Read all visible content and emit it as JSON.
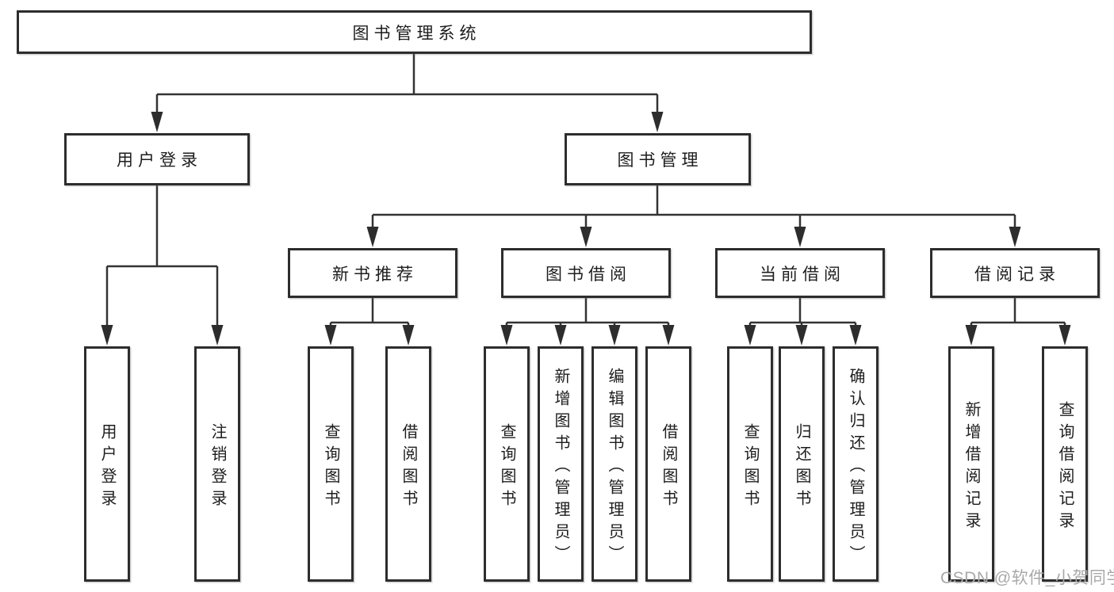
{
  "diagram": {
    "title": "图书管理系统",
    "groups": [
      {
        "label": "用户登录",
        "children": [
          "用户登录",
          "注销登录"
        ]
      },
      {
        "label": "图书管理",
        "sections": [
          {
            "label": "新书推荐",
            "children": [
              "查询图书",
              "借阅图书"
            ]
          },
          {
            "label": "图书借阅",
            "children": [
              "查询图书",
              "新增图书（管理员）",
              "编辑图书（管理员）",
              "借阅图书"
            ]
          },
          {
            "label": "当前借阅",
            "children": [
              "查询图书",
              "归还图书",
              "确认归还（管理员）"
            ]
          },
          {
            "label": "借阅记录",
            "children": [
              "新增借阅记录",
              "查询借阅记录"
            ]
          }
        ]
      }
    ]
  },
  "watermark": "CSDN @软件_小贺同学",
  "colors": {
    "line": "#333333",
    "box_border": "#2d2d2d",
    "box_fill": "#ffffff",
    "text": "#1d1d1d",
    "watermark_text": "#a9a9a9",
    "background": "#ffffff"
  }
}
